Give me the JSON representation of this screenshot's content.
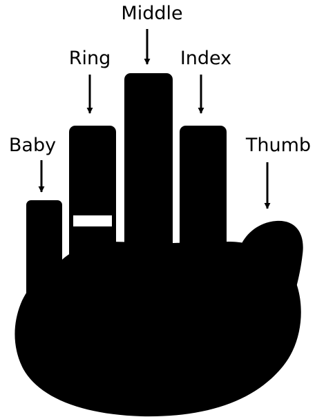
{
  "labels": {
    "baby": "Baby",
    "ring": "Ring",
    "middle": "Middle",
    "index": "Index",
    "thumb": "Thumb"
  },
  "colors": {
    "hand": "#000000",
    "ring_band": "#ffffff",
    "background": "#ffffff"
  }
}
